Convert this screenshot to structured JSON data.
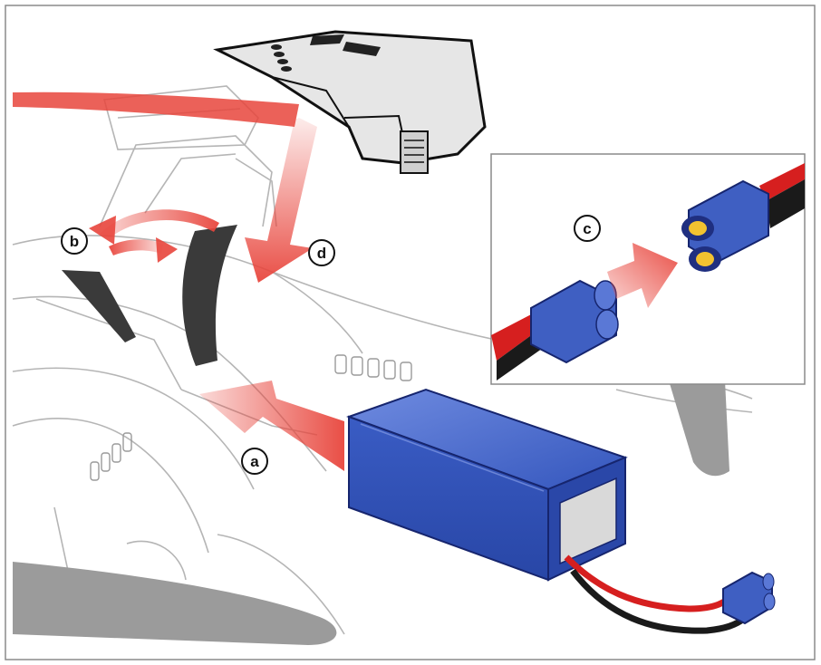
{
  "callouts": {
    "a": "a",
    "b": "b",
    "c": "c",
    "d": "d"
  },
  "colors": {
    "frame": "#8a8a8a",
    "line_art": "#b5b5b5",
    "arrow_red": "#e8453c",
    "battery_blue": "#2b4fb0",
    "battery_top": "#3d62c6",
    "battery_end": "#d9d9d9",
    "connector_blue": "#3f5fc2",
    "wire_red": "#d61f1f",
    "wire_black": "#1a1a1a",
    "tab_black": "#3a3a3a",
    "cover_gray": "#e6e6e6"
  }
}
